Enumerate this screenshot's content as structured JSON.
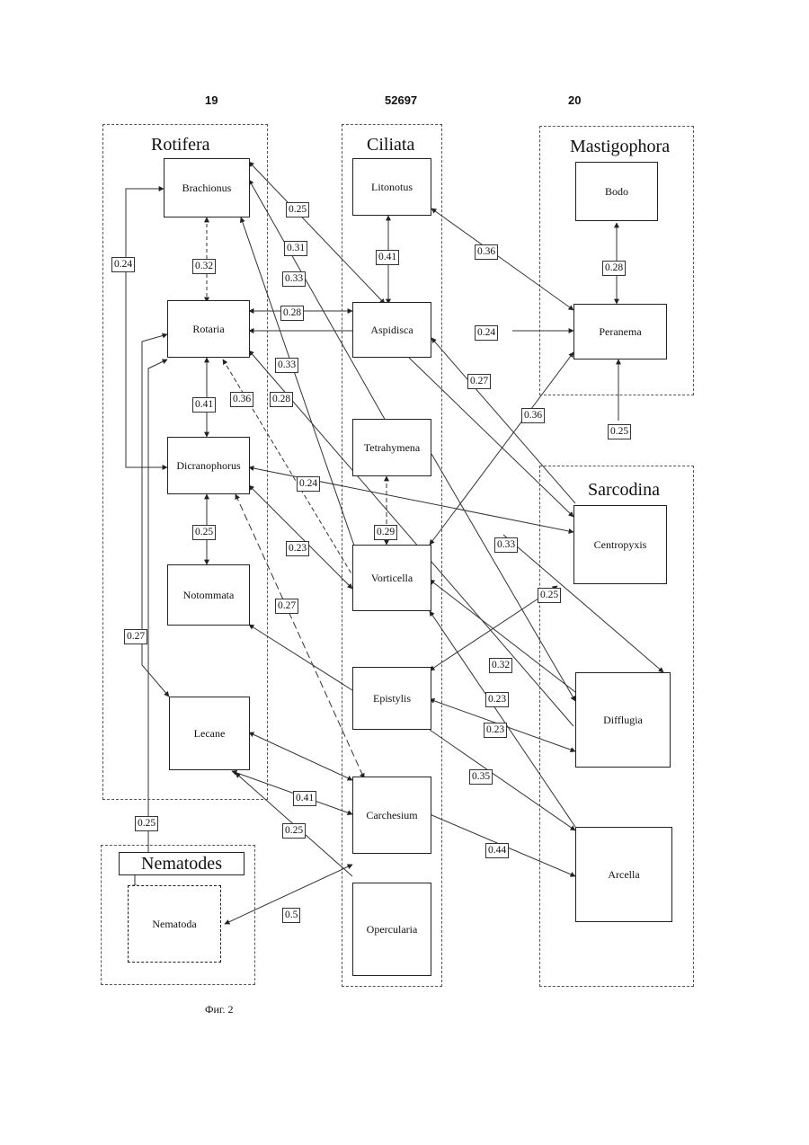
{
  "header": {
    "page_left": "19",
    "page_center": "52697",
    "page_right": "20"
  },
  "groups": {
    "rotifera": "Rotifera",
    "ciliata": "Ciliata",
    "mastigophora": "Mastigophora",
    "sarcodina": "Sarcodina",
    "nematodes": "Nematodes"
  },
  "nodes": {
    "brachionus": "Brachionus",
    "rotaria": "Rotaria",
    "dicranophorus": "Dicranophorus",
    "notommata": "Notommata",
    "lecane": "Lecane",
    "nematoda": "Nematoda",
    "litonotus": "Litonotus",
    "aspidisca": "Aspidisca",
    "tetrahymena": "Tetrahymena",
    "vorticella": "Vorticella",
    "epistylis": "Epistylis",
    "carchesium": "Carchesium",
    "opercularia": "Opercularia",
    "bodo": "Bodo",
    "peranema": "Peranema",
    "centropyxis": "Centropyxis",
    "difflugia": "Difflugia",
    "arcella": "Arcella"
  },
  "edge_labels": [
    "0.25",
    "0.24",
    "0.32",
    "0.31",
    "0.33",
    "0.41",
    "0.36",
    "0.28",
    "0.28",
    "0.24",
    "0.33",
    "0.41",
    "0.36",
    "0.28",
    "0.27",
    "0.36",
    "0.25",
    "0.24",
    "0.25",
    "0.23",
    "0.29",
    "0.33",
    "0.27",
    "0.25",
    "0.27",
    "0.32",
    "0.23",
    "0.23",
    "0.35",
    "0.41",
    "0.25",
    "0.44",
    "0.25",
    "0.5"
  ],
  "caption": "Фиг. 2"
}
